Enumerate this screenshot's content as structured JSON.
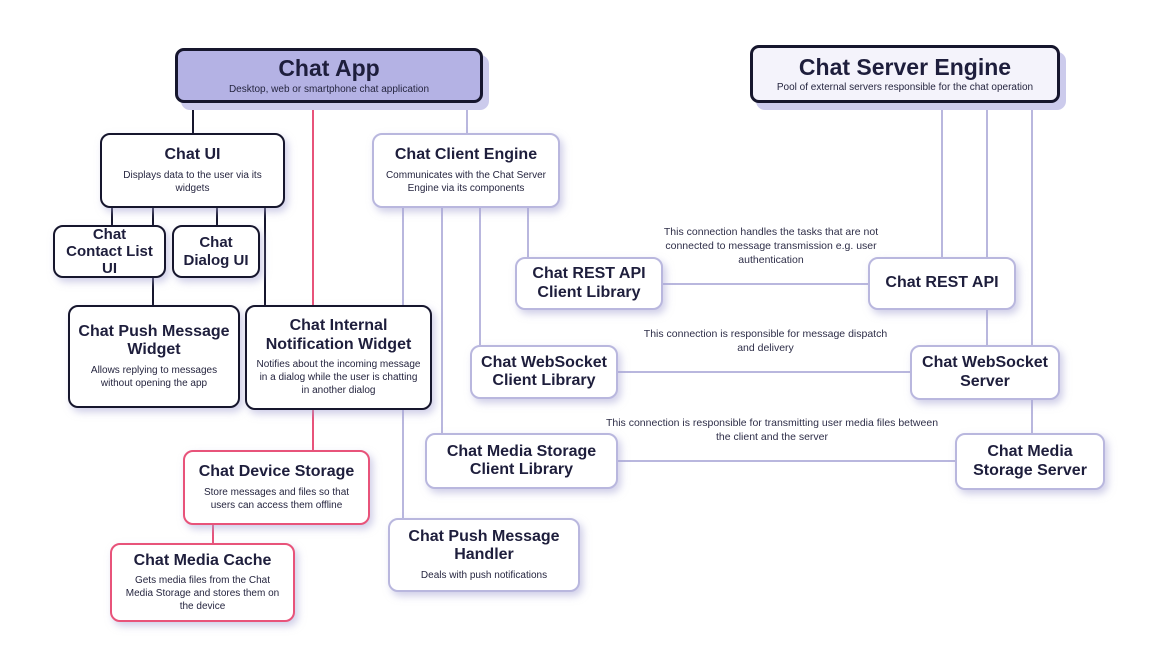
{
  "diagram": {
    "nodes": {
      "chat_app": {
        "title": "Chat App",
        "subtitle": "Desktop, web or smartphone chat application"
      },
      "chat_server_engine": {
        "title": "Chat Server Engine",
        "subtitle": "Pool of external servers responsible for the chat operation"
      },
      "chat_ui": {
        "title": "Chat UI",
        "subtitle": "Displays data to the user via its widgets"
      },
      "chat_client_engine": {
        "title": "Chat Client Engine",
        "subtitle": "Communicates with the Chat Server Engine via its components"
      },
      "chat_contact_list_ui": {
        "title": "Chat Contact List UI"
      },
      "chat_dialog_ui": {
        "title": "Chat Dialog UI"
      },
      "chat_push_message_widget": {
        "title": "Chat Push Message Widget",
        "subtitle": "Allows replying to messages without opening the app"
      },
      "chat_internal_notification_widget": {
        "title": "Chat Internal Notification Widget",
        "subtitle": "Notifies about the incoming message in a dialog while the user is chatting in another dialog"
      },
      "chat_device_storage": {
        "title": "Chat Device Storage",
        "subtitle": "Store messages and files so that users can access them offline"
      },
      "chat_media_cache": {
        "title": "Chat Media Cache",
        "subtitle": "Gets media files from the Chat Media Storage and stores them on the device"
      },
      "chat_rest_api_client_library": {
        "title": "Chat REST API Client Library"
      },
      "chat_websocket_client_library": {
        "title": "Chat WebSocket Client Library"
      },
      "chat_media_storage_client_library": {
        "title": "Chat Media Storage Client Library"
      },
      "chat_push_message_handler": {
        "title": "Chat Push Message Handler",
        "subtitle": "Deals with push notifications"
      },
      "chat_rest_api": {
        "title": "Chat REST API"
      },
      "chat_websocket_server": {
        "title": "Chat WebSocket Server"
      },
      "chat_media_storage_server": {
        "title": "Chat Media Storage Server"
      }
    },
    "annotations": {
      "rest": "This connection handles the tasks that are not connected to message transmission e.g. user authentication",
      "websocket": "This connection is responsible for message dispatch and delivery",
      "media": "This connection is responsible for transmitting user media files between the client and the server"
    },
    "colors": {
      "app_header_fill": "#b4b2e4",
      "server_header_fill": "#f4f3fb",
      "dark_line": "#16162d",
      "lavender_line": "#b9b7de",
      "pink_line": "#e8537a",
      "text": "#1e1e3c"
    }
  }
}
